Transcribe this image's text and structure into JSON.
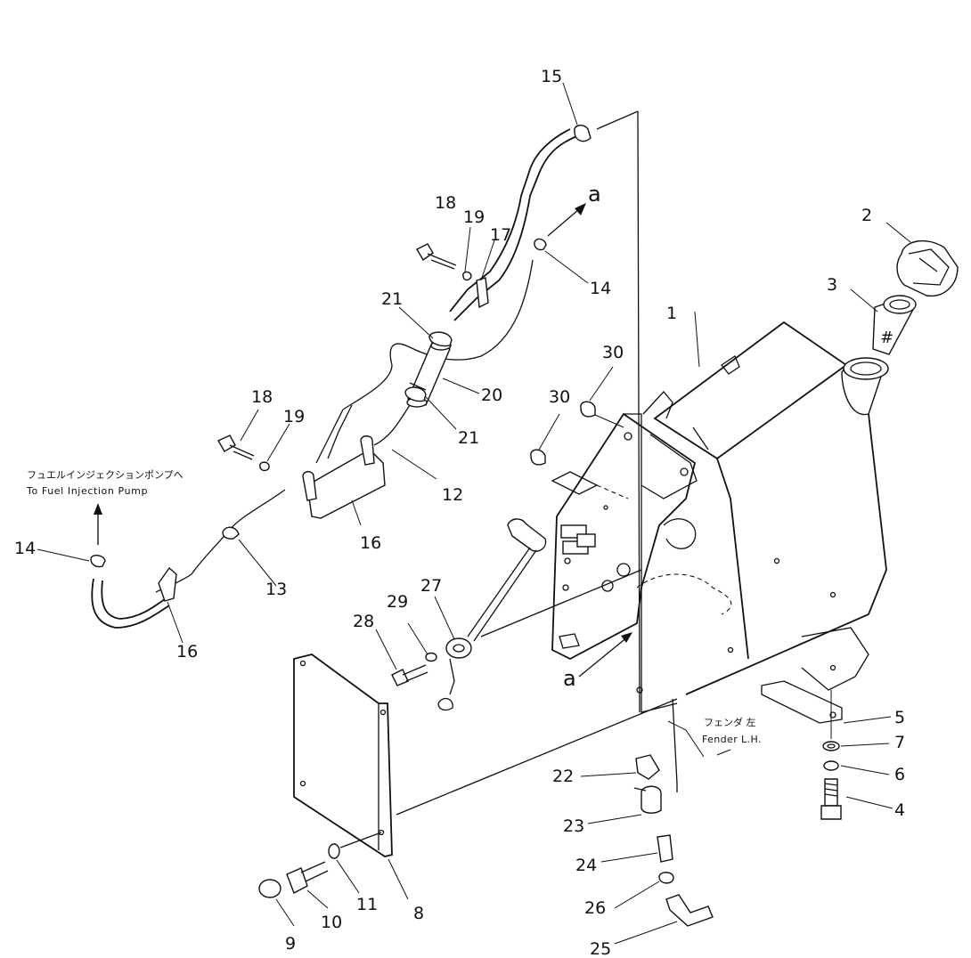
{
  "labels": {
    "p1": "1",
    "p2": "2",
    "p3": "3",
    "p4": "4",
    "p5": "5",
    "p6": "6",
    "p7": "7",
    "p8": "8",
    "p9": "9",
    "p10": "10",
    "p11": "11",
    "p12": "12",
    "p13": "13",
    "p14a": "14",
    "p14b": "14",
    "p15": "15",
    "p16a": "16",
    "p16b": "16",
    "p17": "17",
    "p18a": "18",
    "p18b": "18",
    "p19a": "19",
    "p19b": "19",
    "p20": "20",
    "p21a": "21",
    "p21b": "21",
    "p22": "22",
    "p23": "23",
    "p24": "24",
    "p25": "25",
    "p26": "26",
    "p27": "27",
    "p28": "28",
    "p29": "29",
    "p30a": "30",
    "p30b": "30",
    "a_top": "a",
    "a_bottom": "a"
  },
  "notes": {
    "pump_jp": "フュエルインジェクションポンプへ",
    "pump_en": "To Fuel Injection Pump",
    "fender_jp": "フェンダ 左",
    "fender_en": "Fender L.H."
  }
}
